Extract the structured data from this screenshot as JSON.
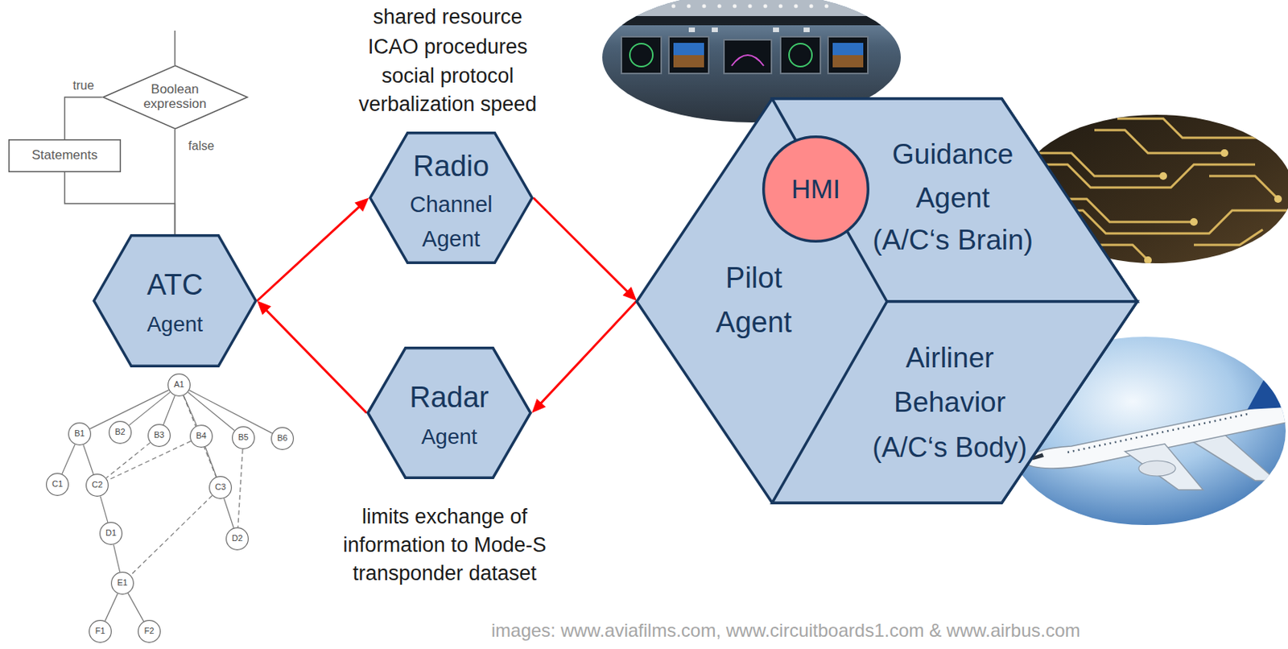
{
  "diagram": {
    "nodes": [
      {
        "text": [
          "Boolean expression"
        ]
      },
      {
        "text": [
          "Statements"
        ]
      },
      {
        "text": [
          "ATC",
          "Agent"
        ]
      },
      {
        "text": [
          "A1"
        ]
      },
      {
        "text": [
          "B1"
        ]
      },
      {
        "text": [
          "B2"
        ]
      },
      {
        "text": [
          "B3"
        ]
      },
      {
        "text": [
          "B4"
        ]
      },
      {
        "text": [
          "B5"
        ]
      },
      {
        "text": [
          "B6"
        ]
      },
      {
        "text": [
          "C1"
        ]
      },
      {
        "text": [
          "C2"
        ]
      },
      {
        "text": [
          "C3"
        ]
      },
      {
        "text": [
          "D1"
        ]
      },
      {
        "text": [
          "D2"
        ]
      },
      {
        "text": [
          "E1"
        ]
      },
      {
        "text": [
          "F1"
        ]
      },
      {
        "text": [
          "F2"
        ]
      },
      {
        "text": [
          "Radio",
          "Channel Agent"
        ]
      },
      {
        "text": [
          "Radar",
          "Agent"
        ]
      },
      {
        "text": [
          "Pilot Agent"
        ]
      },
      {
        "text": [
          "HMI"
        ],
        "in": 20
      },
      {
        "text": [
          "Guidance Agent",
          "(A/C‘s Brain)"
        ],
        "in": 20
      },
      {
        "text": [
          "Airliner Behavior",
          "(A/C‘s Body)"
        ],
        "in": 20
      }
    ],
    "edges": [
      {
        "from": 0,
        "to": 1,
        "arrow": "none",
        "label": "true"
      },
      {
        "from": 0,
        "to": 2,
        "arrow": "none",
        "label": "false"
      },
      {
        "from": 1,
        "to": 2,
        "arrow": "none"
      },
      {
        "from": 2,
        "to": 18,
        "arrow": "to"
      },
      {
        "from": 18,
        "to": 20,
        "arrow": "to"
      },
      {
        "from": 20,
        "to": 19,
        "arrow": "to"
      },
      {
        "from": 19,
        "to": 2,
        "arrow": "to"
      },
      {
        "from": 3,
        "to": 4,
        "arrow": "none"
      },
      {
        "from": 3,
        "to": 5,
        "arrow": "none"
      },
      {
        "from": 3,
        "to": 6,
        "arrow": "none"
      },
      {
        "from": 3,
        "to": 7,
        "arrow": "none"
      },
      {
        "from": 3,
        "to": 8,
        "arrow": "none"
      },
      {
        "from": 3,
        "to": 9,
        "arrow": "none"
      },
      {
        "from": 4,
        "to": 10,
        "arrow": "none"
      },
      {
        "from": 4,
        "to": 11,
        "arrow": "none"
      },
      {
        "from": 11,
        "to": 13,
        "arrow": "none"
      },
      {
        "from": 13,
        "to": 15,
        "arrow": "none"
      },
      {
        "from": 15,
        "to": 16,
        "arrow": "none"
      },
      {
        "from": 15,
        "to": 17,
        "arrow": "none"
      },
      {
        "from": 7,
        "to": 12,
        "arrow": "none"
      },
      {
        "from": 12,
        "to": 14,
        "arrow": "none"
      },
      {
        "from": 6,
        "to": 11,
        "arrow": "none"
      },
      {
        "from": 7,
        "to": 11,
        "arrow": "none"
      },
      {
        "from": 12,
        "to": 15,
        "arrow": "none"
      },
      {
        "from": 8,
        "to": 14,
        "arrow": "none"
      },
      {
        "from": 3,
        "to": 12,
        "arrow": "none"
      }
    ],
    "labels": [
      "shared resource",
      "ICAO procedures",
      "social protocol",
      "verbalization speed",
      "limits exchange of information to Mode-S transponder dataset",
      "images: www.aviafilms.com, www.circuitboards1.com & www.airbus.com"
    ]
  }
}
